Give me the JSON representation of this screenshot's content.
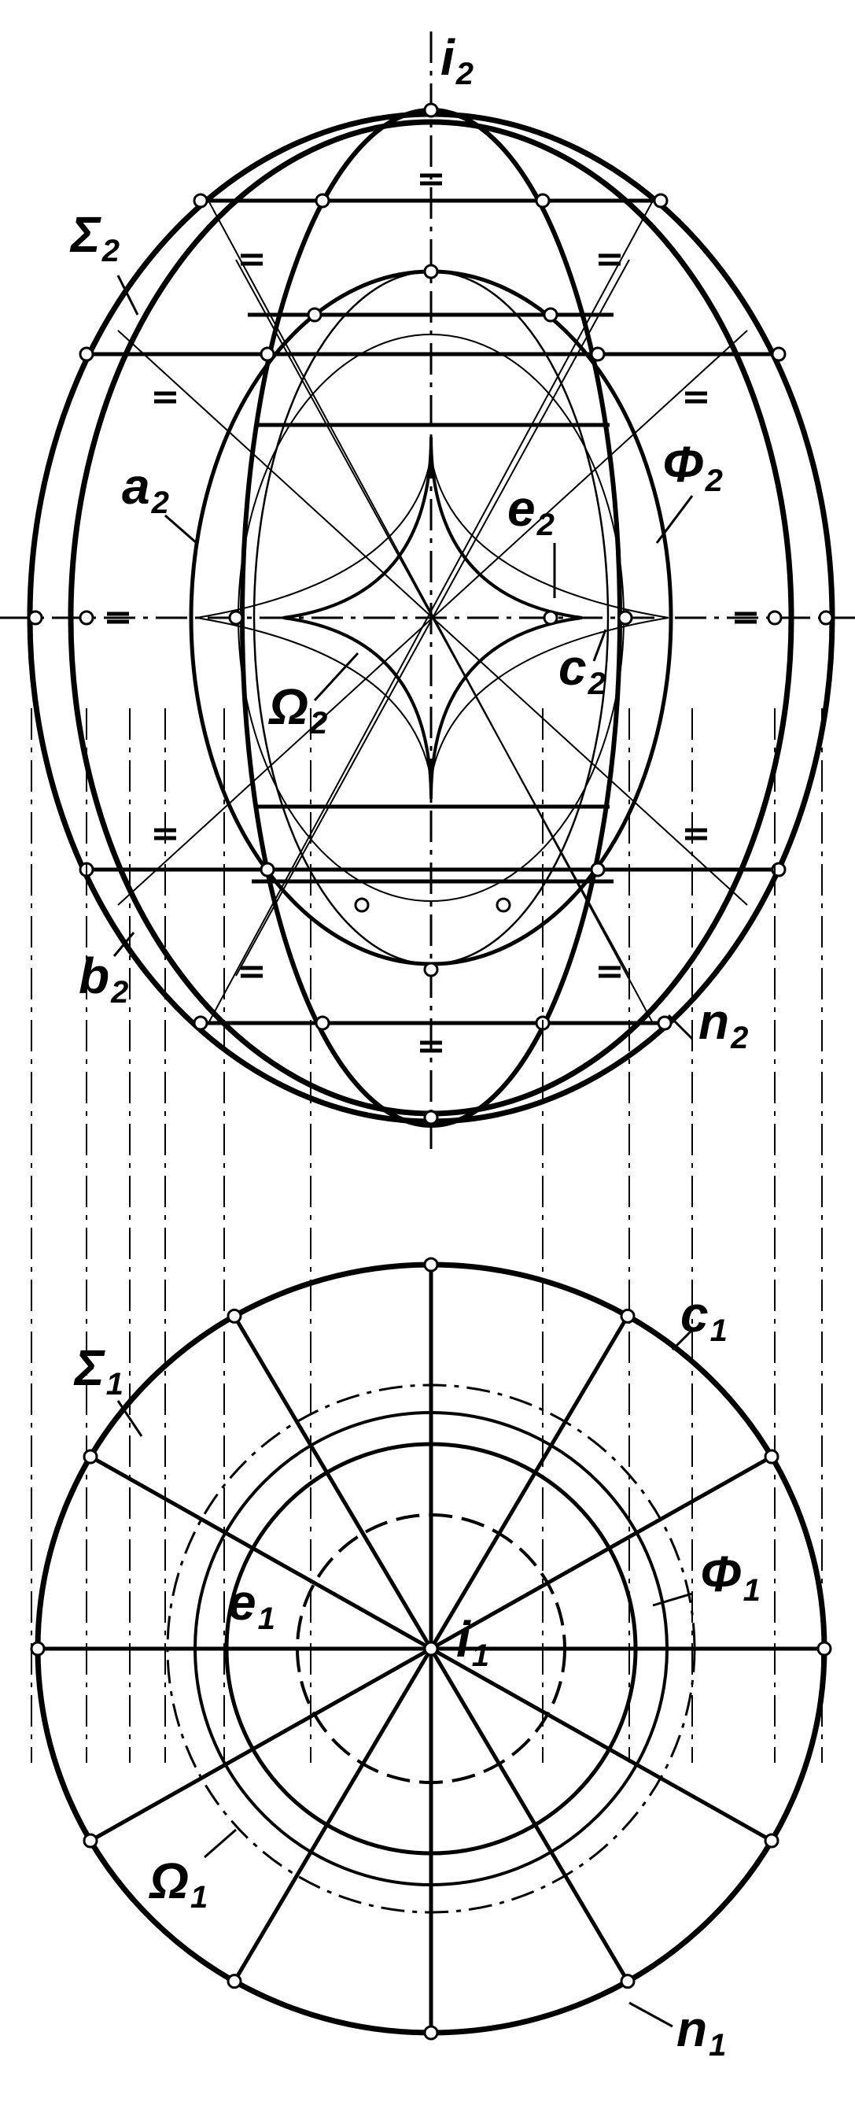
{
  "diagram": {
    "front_view_labels": {
      "i": {
        "main": "i",
        "sub": "2"
      },
      "sigma": {
        "main": "Σ",
        "sub": "2"
      },
      "a": {
        "main": "a",
        "sub": "2"
      },
      "phi": {
        "main": "Φ",
        "sub": "2"
      },
      "e": {
        "main": "e",
        "sub": "2"
      },
      "c": {
        "main": "c",
        "sub": "2"
      },
      "omega": {
        "main": "Ω",
        "sub": "2"
      },
      "b": {
        "main": "b",
        "sub": "2"
      },
      "n": {
        "main": "n",
        "sub": "2"
      }
    },
    "top_view_labels": {
      "c": {
        "main": "c",
        "sub": "1"
      },
      "sigma": {
        "main": "Σ",
        "sub": "1"
      },
      "phi": {
        "main": "Φ",
        "sub": "1"
      },
      "e": {
        "main": "e",
        "sub": "1"
      },
      "i": {
        "main": "i",
        "sub": "1"
      },
      "omega": {
        "main": "Ω",
        "sub": "1"
      },
      "n": {
        "main": "n",
        "sub": "1"
      }
    },
    "colors": {
      "ink": "#000000",
      "paper": "#ffffff"
    }
  }
}
